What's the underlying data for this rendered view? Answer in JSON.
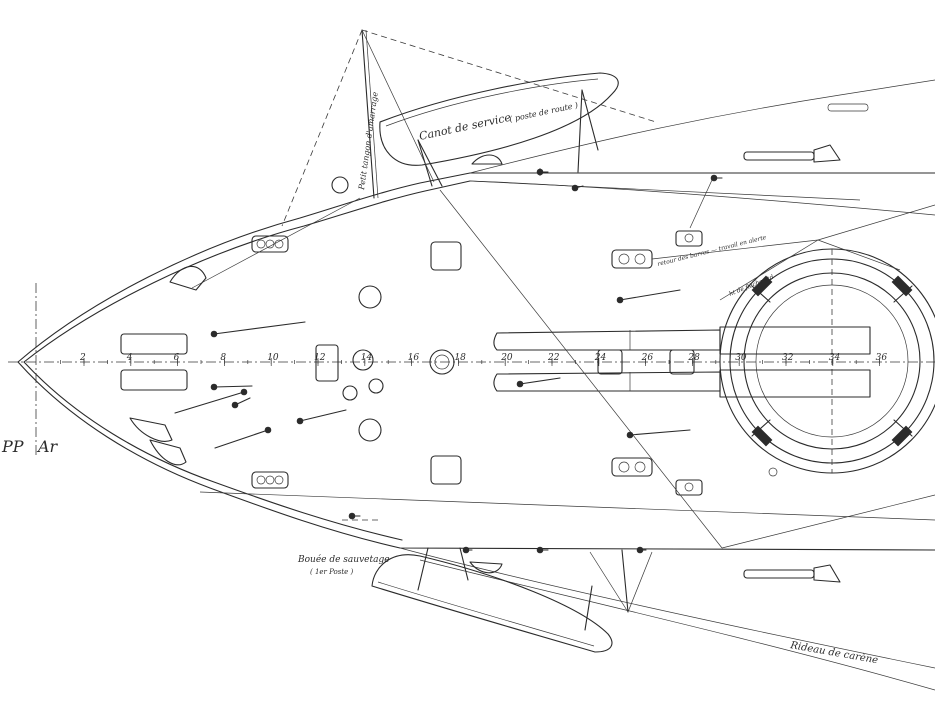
{
  "drawing": {
    "label_pp": "PP",
    "label_ar": "Ar",
    "canot_label": "Canot de service",
    "canot_note": "( poste de route )",
    "tangon_label": "Petit tangon d'amarrage",
    "bouee_label": "Bouée de sauvetage",
    "bouee_note": "( 1er Poste )",
    "rideau_label": "Rideau de carène",
    "cable_label_1": "retour des barres — travail en alerte",
    "cable_label_2": "ht de flèche ctd",
    "frame_numbers": [
      "2",
      "4",
      "6",
      "8",
      "10",
      "12",
      "14",
      "16",
      "18",
      "20",
      "22",
      "24",
      "26",
      "28",
      "30",
      "32",
      "34",
      "36"
    ]
  }
}
